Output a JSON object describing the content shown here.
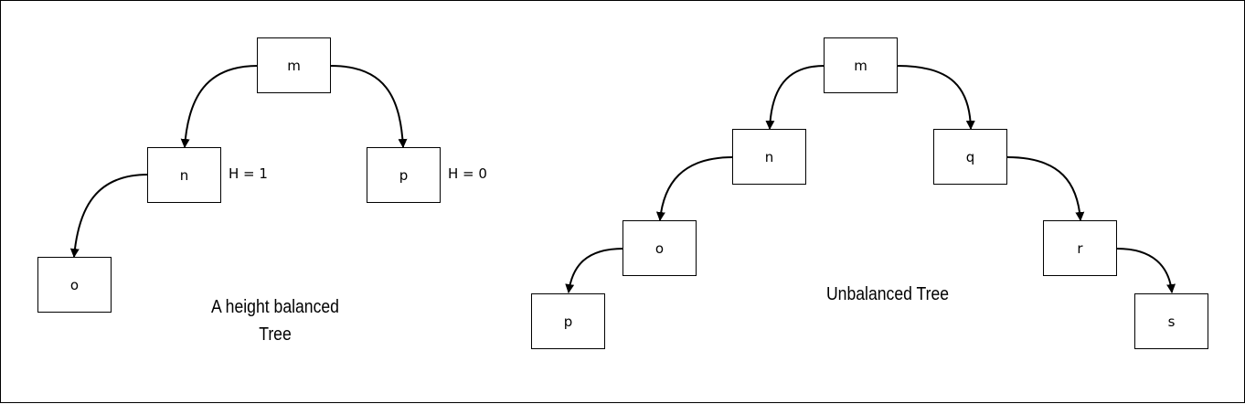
{
  "diagram": {
    "left_tree": {
      "nodes": {
        "root": "m",
        "left": "n",
        "right": "p",
        "left_left": "o"
      },
      "heights": {
        "left": "H = 1",
        "right": "H = 0"
      },
      "caption": {
        "line1": "A height balanced",
        "line2": "Tree"
      }
    },
    "right_tree": {
      "nodes": {
        "root": "m",
        "left": "n",
        "right": "q",
        "left_left": "o",
        "left_left_left": "p",
        "right_right": "r",
        "right_right_right": "s"
      },
      "caption": "Unbalanced Tree"
    }
  }
}
